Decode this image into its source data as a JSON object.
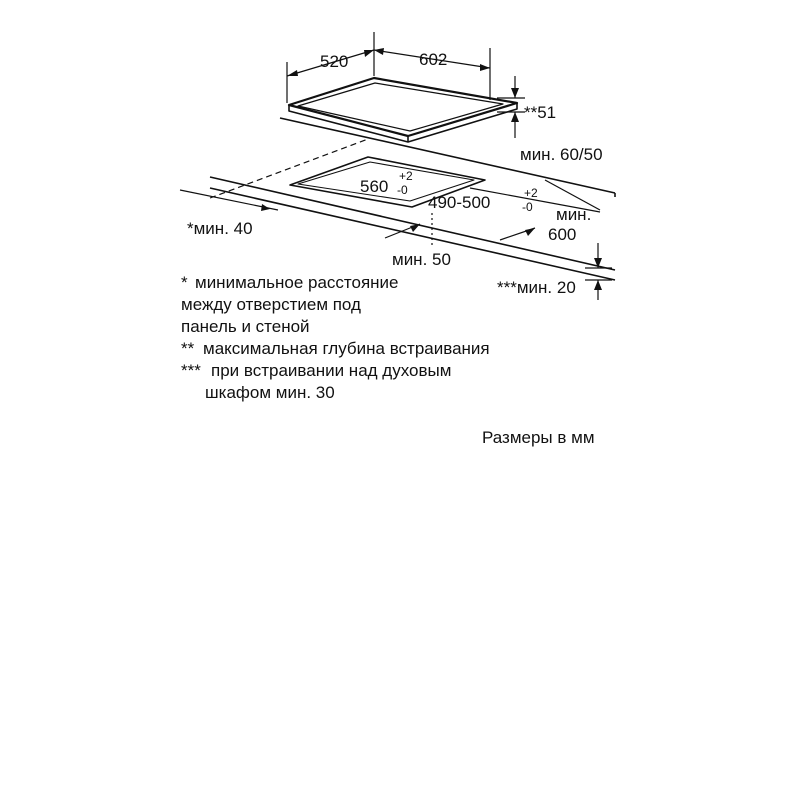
{
  "dimensions": {
    "depth": "520",
    "width": "602",
    "height": "**51",
    "min_60_50": "мин. 60/50",
    "cutout_width": "560",
    "cutout_width_tol_plus": "+2",
    "cutout_width_tol_minus": "-0",
    "cutout_depth": "490-500",
    "cutout_depth_tol_plus": "+2",
    "cutout_depth_tol_minus": "-0",
    "min_600_line1": "мин.",
    "min_600_line2": "600",
    "min_40": "*мин. 40",
    "min_50": "мин. 50",
    "min_20": "***мин. 20"
  },
  "notes": [
    {
      "mark": "*",
      "lines": [
        "минимальное расстояние",
        "между отверстием под",
        "панель и стеной"
      ]
    },
    {
      "mark": "**",
      "lines": [
        "максимальная глубина встраивания"
      ]
    },
    {
      "mark": "***",
      "lines": [
        "при встраивании над  духовым",
        "шкафом мин. 30"
      ]
    }
  ],
  "units_caption": "Размеры в мм"
}
